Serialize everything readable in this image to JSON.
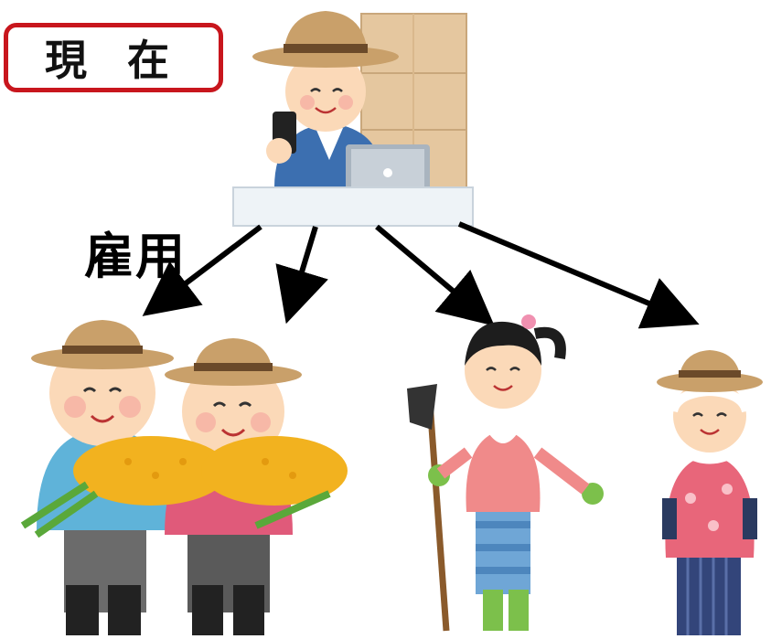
{
  "status_label": "現 在",
  "relation_label": "雇用",
  "colors": {
    "status_border": "#c8161d",
    "arrow": "#000000",
    "straw_hat": "#c9a06a",
    "hat_band": "#6b4a2a",
    "skin": "#fbd9b8",
    "rice": "#f2b21f",
    "desk": "#eef3f7"
  },
  "figures": [
    {
      "name": "manager",
      "role": "farm-manager-with-phone-and-laptop"
    },
    {
      "name": "old-man",
      "role": "elderly-farmer-holding-rice"
    },
    {
      "name": "old-woman",
      "role": "elderly-farmer-holding-rice"
    },
    {
      "name": "young-woman-hoe",
      "role": "farm-worker-with-hoe"
    },
    {
      "name": "young-woman",
      "role": "farm-worker"
    }
  ]
}
